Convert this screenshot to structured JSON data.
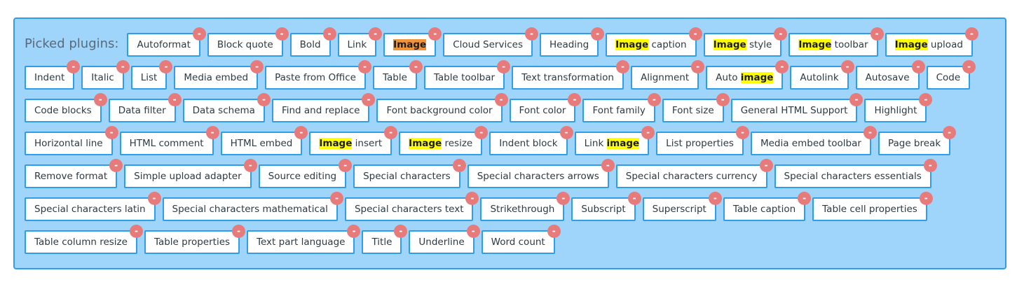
{
  "title": "Picked plugins:",
  "remove_glyph": "-",
  "plugins": [
    {
      "label": "Autoformat"
    },
    {
      "label": "Block quote"
    },
    {
      "label": "Bold"
    },
    {
      "label": "Link"
    },
    {
      "label": "",
      "hl": "Image",
      "orange": true
    },
    {
      "label": "Cloud Services"
    },
    {
      "label": "Heading"
    },
    {
      "label": " caption",
      "hl": "Image"
    },
    {
      "label": " style",
      "hl": "Image"
    },
    {
      "label": " toolbar",
      "hl": "Image"
    },
    {
      "label": " upload",
      "hl": "Image"
    },
    {
      "label": "Indent"
    },
    {
      "label": "Italic"
    },
    {
      "label": "List"
    },
    {
      "label": "Media embed"
    },
    {
      "label": "Paste from Office"
    },
    {
      "label": "Table"
    },
    {
      "label": "Table toolbar"
    },
    {
      "label": "Text transformation"
    },
    {
      "label": "Alignment"
    },
    {
      "label": "Auto ",
      "hl": "image",
      "hl_after": true
    },
    {
      "label": "Autolink"
    },
    {
      "label": "Autosave"
    },
    {
      "label": "Code"
    },
    {
      "label": "Code blocks"
    },
    {
      "label": "Data filter"
    },
    {
      "label": "Data schema"
    },
    {
      "label": "Find and replace"
    },
    {
      "label": "Font background color"
    },
    {
      "label": "Font color"
    },
    {
      "label": "Font family"
    },
    {
      "label": "Font size"
    },
    {
      "label": "General HTML Support"
    },
    {
      "label": "Highlight"
    },
    {
      "label": "Horizontal line"
    },
    {
      "label": "HTML comment"
    },
    {
      "label": "HTML embed"
    },
    {
      "label": " insert",
      "hl": "Image"
    },
    {
      "label": " resize",
      "hl": "Image"
    },
    {
      "label": "Indent block"
    },
    {
      "label": "Link ",
      "hl": "image",
      "hl_after": true
    },
    {
      "label": "List properties"
    },
    {
      "label": "Media embed toolbar"
    },
    {
      "label": "Page break"
    },
    {
      "label": "Remove format"
    },
    {
      "label": "Simple upload adapter"
    },
    {
      "label": "Source editing"
    },
    {
      "label": "Special characters"
    },
    {
      "label": "Special characters arrows"
    },
    {
      "label": "Special characters currency"
    },
    {
      "label": "Special characters essentials"
    },
    {
      "label": "Special characters latin"
    },
    {
      "label": "Special characters mathematical"
    },
    {
      "label": "Special characters text"
    },
    {
      "label": "Strikethrough"
    },
    {
      "label": "Subscript"
    },
    {
      "label": "Superscript"
    },
    {
      "label": "Table caption"
    },
    {
      "label": "Table cell properties"
    },
    {
      "label": "Table column resize"
    },
    {
      "label": "Table properties"
    },
    {
      "label": "Text part language"
    },
    {
      "label": "Title"
    },
    {
      "label": "Underline"
    },
    {
      "label": "Word count"
    }
  ],
  "colors": {
    "panel_bg": "#9fd5fb",
    "panel_border": "#2f9de8",
    "highlight": "#ffff00",
    "highlight_selected": "#f0943a",
    "remove_badge": "#e77b7b"
  }
}
